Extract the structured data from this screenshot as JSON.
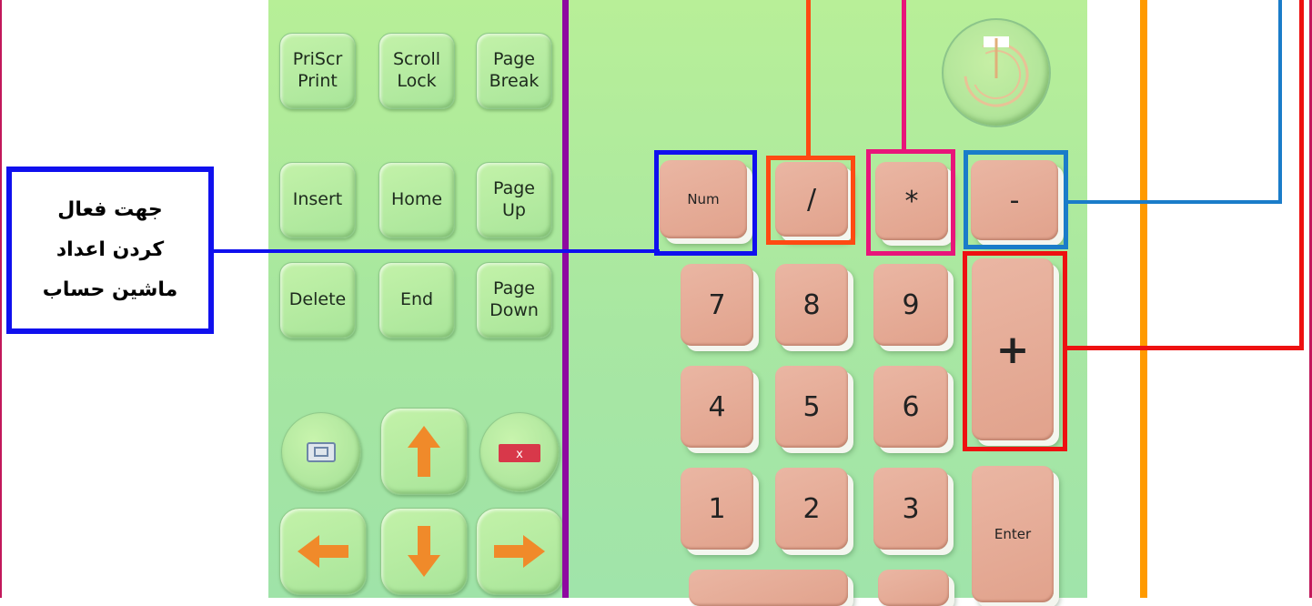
{
  "left_keys": [
    {
      "id": "prtscr",
      "lines": [
        "PriScr",
        "Print"
      ]
    },
    {
      "id": "scroll",
      "lines": [
        "Scroll",
        "Lock"
      ]
    },
    {
      "id": "pause",
      "lines": [
        "Page",
        "Break"
      ]
    },
    {
      "id": "insert",
      "lines": [
        "Insert"
      ]
    },
    {
      "id": "home",
      "lines": [
        "Home"
      ]
    },
    {
      "id": "pgup",
      "lines": [
        "Page",
        "Up"
      ]
    },
    {
      "id": "delete",
      "lines": [
        "Delete"
      ]
    },
    {
      "id": "end",
      "lines": [
        "End"
      ]
    },
    {
      "id": "pgdn",
      "lines": [
        "Page",
        "Down"
      ]
    }
  ],
  "numpad": {
    "num": "Num",
    "divide": "/",
    "multiply": "*",
    "minus": "-",
    "plus": "+",
    "enter": "Enter",
    "seven": "7",
    "eight": "8",
    "nine": "9",
    "four": "4",
    "five": "5",
    "six": "6",
    "one": "1",
    "two": "2",
    "three": "3"
  },
  "callout": {
    "line1": "جهت فعال",
    "line2": "کردن اعداد",
    "line3": "ماشین حساب"
  },
  "colors": {
    "callout_blue": "#1010ee",
    "divide_orange": "#ff4a12",
    "multiply_pink": "#e8157a",
    "minus_blue": "#1a7cc9",
    "plus_red": "#ee1111",
    "divider_purple": "#8e0aa0",
    "right_orange": "#ff9a00",
    "key_fill": "#e3a690"
  }
}
